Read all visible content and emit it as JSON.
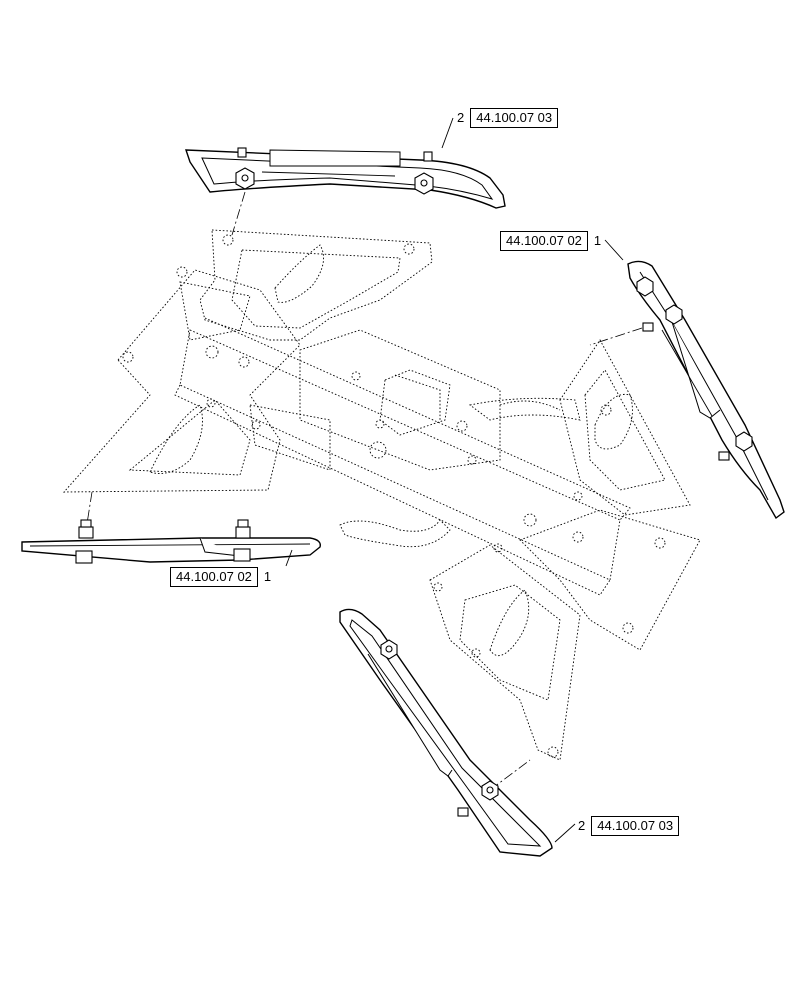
{
  "callouts": [
    {
      "item": "2",
      "ref": "44.100.07 03"
    },
    {
      "item": "1",
      "ref": "44.100.07 02"
    },
    {
      "item": "1",
      "ref": "44.100.07 02"
    },
    {
      "item": "2",
      "ref": "44.100.07 03"
    }
  ]
}
